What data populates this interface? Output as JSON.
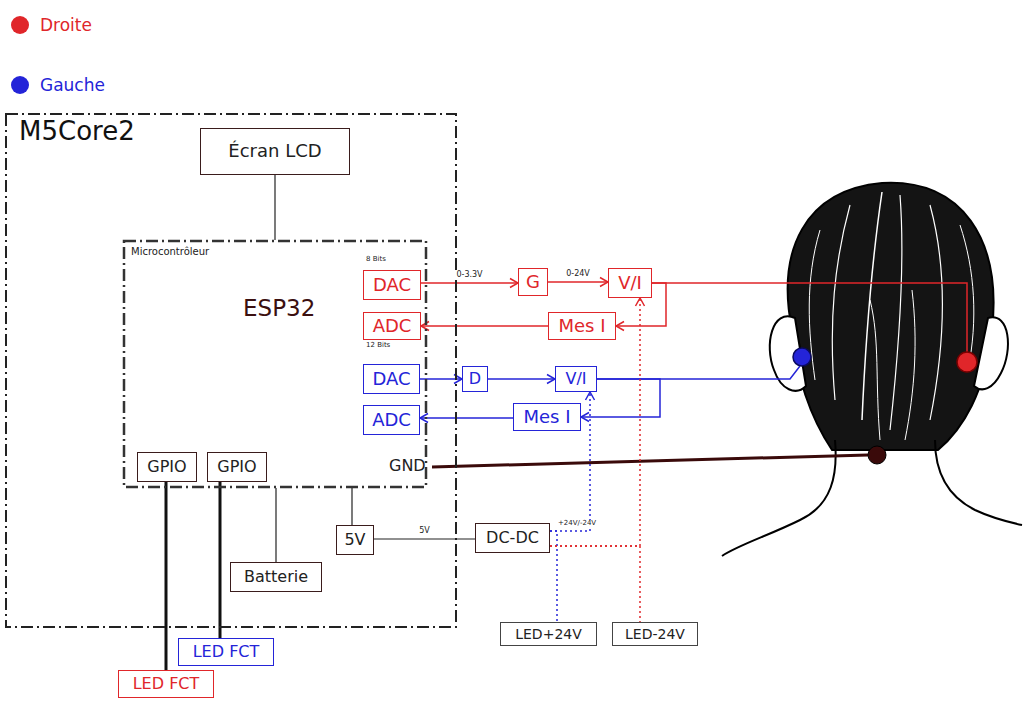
{
  "diagram": {
    "nodes": [
      {
        "text": [
          "M5Core2"
        ]
      },
      {
        "text": [
          "Écran LCD"
        ],
        "in": 0
      },
      {
        "text": [
          "Microcontrôleur",
          "ESP32"
        ],
        "in": 0
      },
      {
        "text": [
          "DAC"
        ],
        "in": 2
      },
      {
        "text": [
          "ADC"
        ],
        "in": 2
      },
      {
        "text": [
          "DAC"
        ],
        "in": 2
      },
      {
        "text": [
          "ADC"
        ],
        "in": 2
      },
      {
        "text": [
          "GPIO"
        ],
        "in": 2
      },
      {
        "text": [
          "GPIO"
        ],
        "in": 2
      },
      {
        "text": [
          "Batterie"
        ],
        "in": 0
      },
      {
        "text": [
          "5V"
        ],
        "in": 0
      },
      {
        "text": [
          "G"
        ]
      },
      {
        "text": [
          "V/I"
        ]
      },
      {
        "text": [
          "Mes I"
        ]
      },
      {
        "text": [
          "D"
        ]
      },
      {
        "text": [
          "V/I"
        ]
      },
      {
        "text": [
          "Mes I"
        ]
      },
      {
        "text": [
          "DC-DC"
        ]
      },
      {
        "text": [
          "LED+24V"
        ]
      },
      {
        "text": [
          "LED-24V"
        ]
      },
      {
        "text": [
          "LED FCT"
        ]
      },
      {
        "text": [
          "LED FCT"
        ]
      }
    ],
    "edges": [
      {
        "from": 1,
        "to": 2,
        "arrow": "none"
      },
      {
        "from": 3,
        "to": 11,
        "arrow": "to",
        "label": "0-3.3V"
      },
      {
        "from": 11,
        "to": 12,
        "arrow": "to",
        "label": "0-24V"
      },
      {
        "from": 12,
        "to": 13,
        "arrow": "to"
      },
      {
        "from": 13,
        "to": 4,
        "arrow": "to"
      },
      {
        "from": 5,
        "to": 14,
        "arrow": "to"
      },
      {
        "from": 14,
        "to": 15,
        "arrow": "to"
      },
      {
        "from": 15,
        "to": 16,
        "arrow": "to"
      },
      {
        "from": 16,
        "to": 6,
        "arrow": "to"
      },
      {
        "from": 7,
        "to": 21,
        "arrow": "none"
      },
      {
        "from": 8,
        "to": 20,
        "arrow": "none"
      },
      {
        "from": 9,
        "to": 2,
        "arrow": "none"
      },
      {
        "from": 10,
        "to": 2,
        "arrow": "none"
      },
      {
        "from": 10,
        "to": 17,
        "arrow": "none",
        "label": "5V"
      },
      {
        "from": 17,
        "to": 15,
        "arrow": "to"
      },
      {
        "from": 17,
        "to": 12,
        "arrow": "to"
      },
      {
        "from": 17,
        "to": 18,
        "arrow": "none"
      },
      {
        "from": 17,
        "to": 19,
        "arrow": "none"
      }
    ],
    "labels": [
      "8 Bits",
      "12 Bits",
      "GND",
      "+24V/-24V"
    ],
    "legend": [
      {
        "text": "Droite",
        "color": "#e0262a"
      },
      {
        "text": "Gauche",
        "color": "#2424d8"
      }
    ]
  }
}
